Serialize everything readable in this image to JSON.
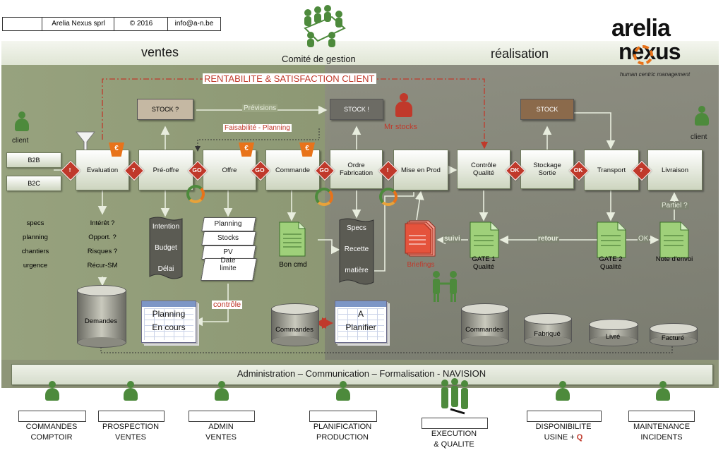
{
  "header": {
    "c1": "",
    "c2": "Arelia Nexus sprl",
    "c3": "© 2016",
    "c4": "info@a-n.be"
  },
  "logo": {
    "line1": "arelia",
    "line2": "nexus",
    "tagline": "human centric management"
  },
  "band": {
    "left": "ventes",
    "center": "Comité de gestion",
    "right": "réalisation"
  },
  "rentabilite": "RENTABILITE & SATISFACTION CLIENT",
  "clients": {
    "left": "client",
    "right": "client"
  },
  "markets": [
    "B2B",
    "B2C"
  ],
  "process": [
    "Evaluation",
    "Pré-offre",
    "Offre",
    "Commande",
    "Ordre Fabrication",
    "Mise en Prod",
    "Contrôle Qualité",
    "Stockage Sortie",
    "Transport",
    "Livraison"
  ],
  "gates": {
    "excl": "!",
    "q": "?",
    "go": "GO",
    "ok": "OK",
    "euro": "€"
  },
  "stocks": {
    "preoffre": "STOCK ?",
    "of": "STOCK !",
    "stockage": "STOCK"
  },
  "links": {
    "previsions": "Prévisions",
    "faisabilite": "Faisabilité - Planning",
    "mrstocks": "Mr stocks",
    "controle": "contrôle",
    "partiel": "Partiel ?",
    "suivi": "suivi",
    "retour": "retour",
    "ok": "OK"
  },
  "left_list": [
    "specs",
    "planning",
    "chantiers",
    "urgence"
  ],
  "eval_list": [
    "Intérêt ?",
    "Opport. ?",
    "Risques ?",
    "Récur-SM"
  ],
  "preoffre_list": [
    "Intention",
    "Budget",
    "Délai"
  ],
  "offre_list": [
    "Planning",
    "Stocks",
    "PV",
    "Date limite"
  ],
  "of_list": [
    "Specs",
    "Recette",
    "matière"
  ],
  "docs": {
    "boncmd": "Bon cmd",
    "briefings": "Briefings",
    "gate1": "GATE 1 Qualité",
    "gate2": "GATE 2 Qualité",
    "note": "Note d'envoi"
  },
  "stores": {
    "demandes": "Demandes",
    "commandes1": "Commandes",
    "commandes2": "Commandes",
    "fabrique": "Fabriqué",
    "livre": "Livré",
    "facture": "Facturé"
  },
  "calendars": {
    "left1": "Planning",
    "left2": "En cours",
    "right1": "A",
    "right2": "Planifier"
  },
  "admin_bar": "Administration – Communication – Formalisation - NAVISION",
  "roles": [
    {
      "l1": "COMMANDES",
      "l2": "COMPTOIR"
    },
    {
      "l1": "PROSPECTION",
      "l2": "VENTES"
    },
    {
      "l1": "ADMIN",
      "l2": "VENTES"
    },
    {
      "l1": "PLANIFICATION",
      "l2": "PRODUCTION"
    },
    {
      "l1": "EXECUTION",
      "l2": "& QUALITE"
    },
    {
      "l1": "DISPONIBILITE",
      "l2": "USINE +",
      "l3": "Q"
    },
    {
      "l1": "MAINTENANCE",
      "l2": "INCIDENTS"
    }
  ],
  "colors": {
    "green": "#4d8a3c",
    "orange": "#e8731a",
    "red": "#c0392b",
    "dark": "#5a5a52",
    "olive": "#7c8663"
  }
}
